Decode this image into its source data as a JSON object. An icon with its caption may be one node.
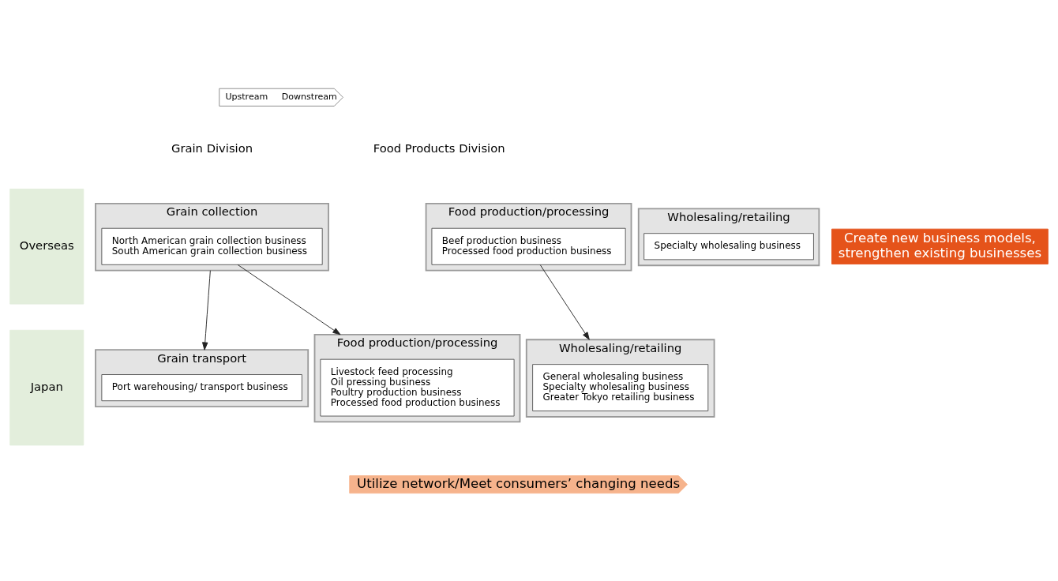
{
  "diagram": {
    "nodes": [
      {
        "text": [
          "Upstream",
          "Downstream"
        ]
      },
      {
        "text": [
          "Overseas"
        ]
      },
      {
        "text": [
          "Japan"
        ]
      },
      {
        "text": [
          "Grain collection"
        ]
      },
      {
        "text": [
          "North American grain collection business",
          "South American grain collection business"
        ],
        "in": 3
      },
      {
        "text": [
          "Food production/processing"
        ]
      },
      {
        "text": [
          "Beef production business",
          "Processed food production business"
        ],
        "in": 5
      },
      {
        "text": [
          "Wholesaling/retailing"
        ]
      },
      {
        "text": [
          "Specialty wholesaling business"
        ],
        "in": 7
      },
      {
        "text": [
          "Grain transport"
        ]
      },
      {
        "text": [
          "Port warehousing/ transport business"
        ],
        "in": 9
      },
      {
        "text": [
          "Food production/processing"
        ]
      },
      {
        "text": [
          "Livestock feed processing",
          "Oil pressing business",
          "Poultry production business",
          "Processed food production business"
        ],
        "in": 11
      },
      {
        "text": [
          "Wholesaling/retailing"
        ]
      },
      {
        "text": [
          "General wholesaling business",
          "Specialty wholesaling business",
          "Greater Tokyo retailing business"
        ],
        "in": 13
      },
      {
        "text": [
          "Create new business models, strengthen existing businesses"
        ]
      },
      {
        "text": [
          "Utilize network/Meet consumers’ changing needs"
        ]
      }
    ],
    "edges": [
      {
        "from": 3,
        "to": 9,
        "arrow": "to"
      },
      {
        "from": 4,
        "to": 11,
        "arrow": "to"
      },
      {
        "from": 6,
        "to": 13,
        "arrow": "to"
      }
    ],
    "labels": [
      "Grain Division",
      "Food Products Division"
    ]
  }
}
